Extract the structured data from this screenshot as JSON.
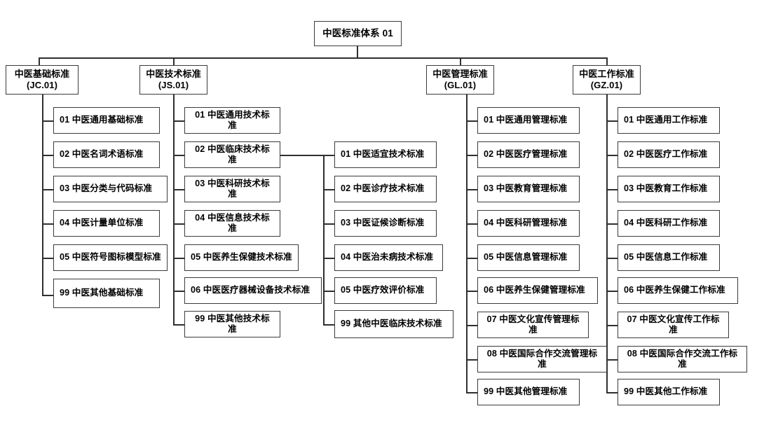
{
  "diagram": {
    "title": "中医标准体系",
    "root": {
      "label": "中医标准体系 01"
    },
    "categories": [
      {
        "name": "中医基础标准",
        "code": "(JC.01)"
      },
      {
        "name": "中医技术标准",
        "code": "(JS.01)"
      },
      {
        "name": "中医管理标准",
        "code": "(GL.01)"
      },
      {
        "name": "中医工作标准",
        "code": "(GZ.01)"
      }
    ],
    "columns": {
      "basic": [
        "01 中医通用基础标准",
        "02 中医名词术语标准",
        "03 中医分类与代码标准",
        "04 中医计量单位标准",
        "05 中医符号图标模型标准",
        "99 中医其他基础标准"
      ],
      "technical": [
        "01 中医通用技术标准",
        "02 中医临床技术标准",
        "03 中医科研技术标准",
        "04 中医信息技术标准",
        "05 中医养生保健技术标准",
        "06 中医医疗器械设备技术标准",
        "99 中医其他技术标准"
      ],
      "clinical": [
        "01 中医适宜技术标准",
        "02 中医诊疗技术标准",
        "03 中医证候诊断标准",
        "04 中医治未病技术标准",
        "05 中医疗效评价标准",
        "99 其他中医临床技术标准"
      ],
      "management": [
        "01 中医通用管理标准",
        "02 中医医疗管理标准",
        "03 中医教育管理标准",
        "04 中医科研管理标准",
        "05 中医信息管理标准",
        "06 中医养生保健管理标准",
        "07 中医文化宣传管理标准",
        "08 中医国际合作交流管理标准",
        "99 中医其他管理标准"
      ],
      "work": [
        "01 中医通用工作标准",
        "02 中医医疗工作标准",
        "03 中医教育工作标准",
        "04 中医科研工作标准",
        "05 中医信息工作标准",
        "06 中医养生保健工作标准",
        "07 中医文化宣传工作标准",
        "08 中医国际合作交流工作标准",
        "99 中医其他工作标准"
      ]
    },
    "colors": {
      "box_border": "#3b3b3b",
      "connector": "#2f2f2f",
      "box_fill": "#ffffff",
      "text": "#000000"
    }
  }
}
